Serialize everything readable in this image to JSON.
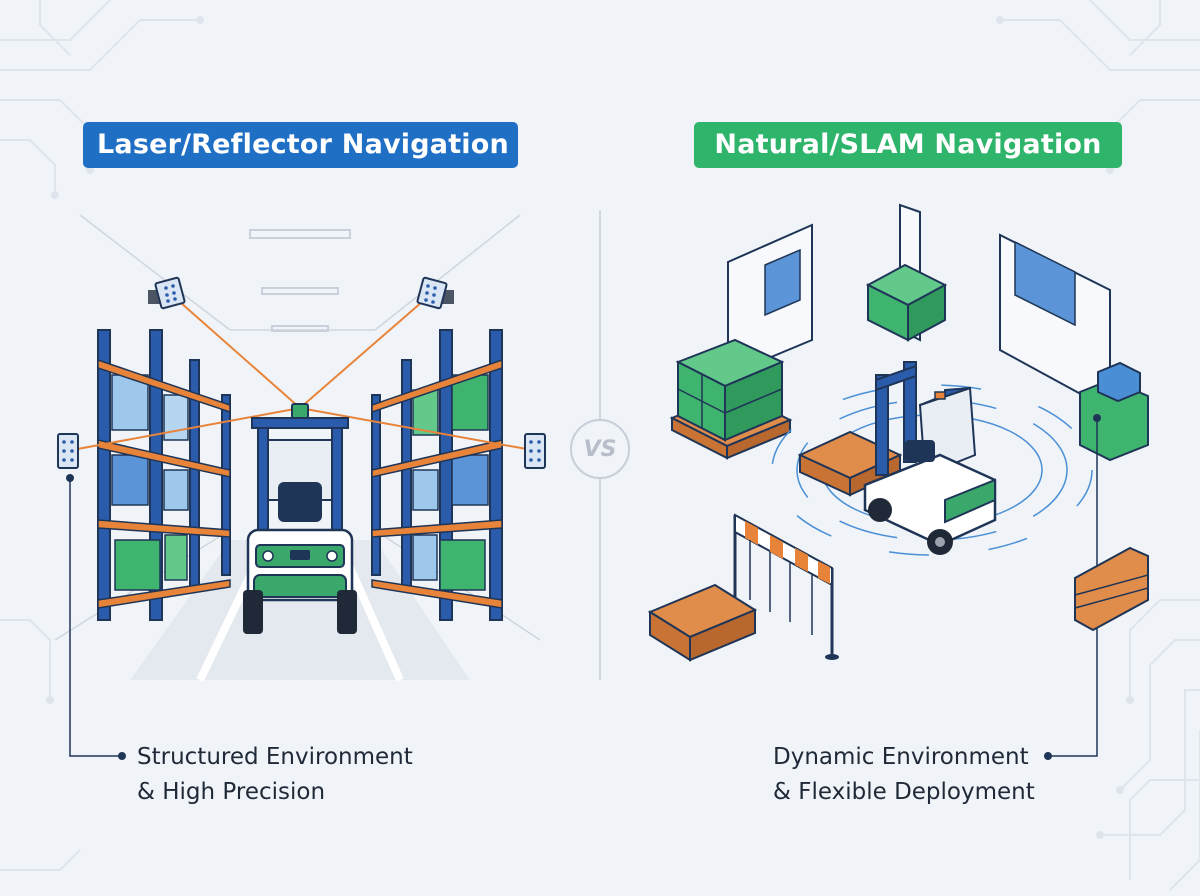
{
  "left_panel": {
    "title": "Laser/Reflector Navigation",
    "caption_line1": "Structured Environment",
    "caption_line2": "& High Precision"
  },
  "right_panel": {
    "title": "Natural/SLAM Navigation",
    "caption_line1": "Dynamic Environment",
    "caption_line2": "& Flexible Deployment"
  },
  "vs_label": "VS",
  "colors": {
    "laser_badge": "#1f6fc5",
    "slam_badge": "#2fb56b",
    "rack_blue": "#2b5cab",
    "beam_orange": "#e8843a",
    "forklift_green": "#3aa86b",
    "pallet_orange": "#e08c4a",
    "box_green": "#3fb46f",
    "box_blue": "#4a8fd6",
    "outline": "#1f3557"
  },
  "icons": [
    "reflector-panel-icon",
    "laser-scanner-icon",
    "forklift-icon",
    "pallet-icon",
    "crate-icon",
    "barrier-icon",
    "radar-wave-icon"
  ]
}
